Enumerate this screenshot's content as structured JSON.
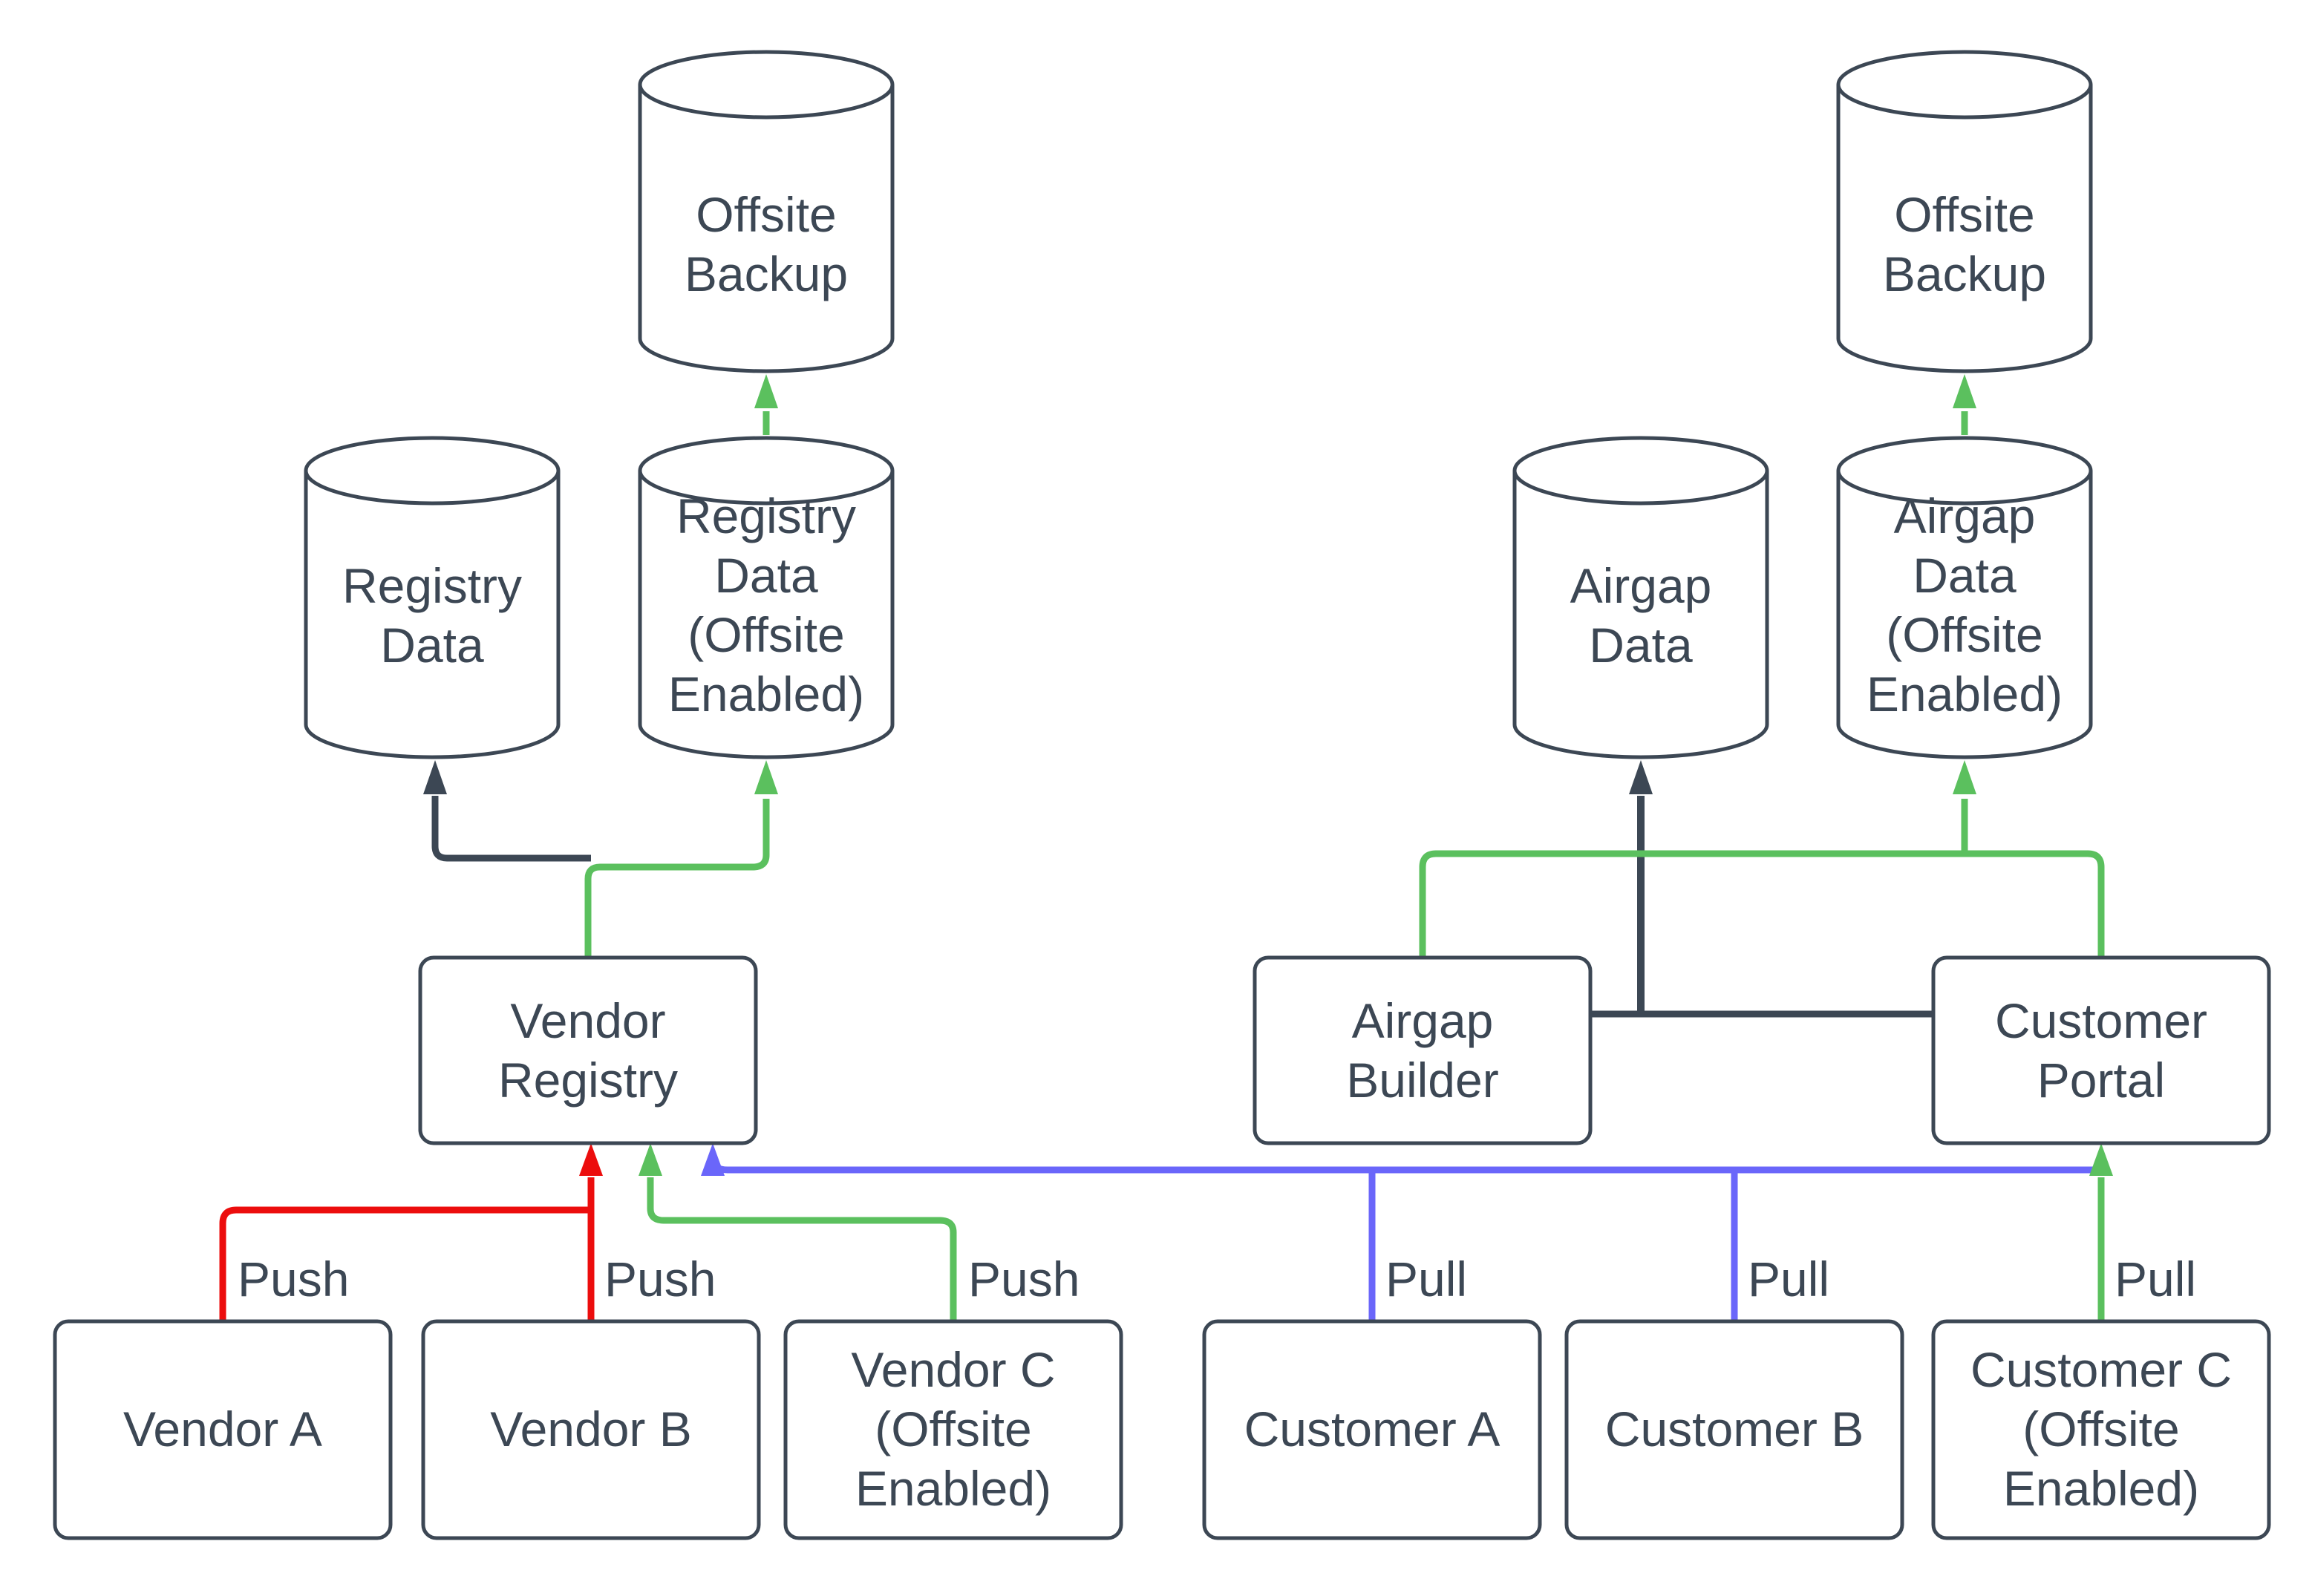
{
  "colors": {
    "dark": "#3C4754",
    "green": "#5BC05E",
    "red": "#EC0D0D",
    "blue": "#6A66FA",
    "text": "#3C4754",
    "background": "#FFFFFF"
  },
  "nodes": {
    "offsite_backup_left": "Offsite\nBackup",
    "registry_data": "Registry\nData",
    "registry_data_offsite": "Registry\nData\n(Offsite\nEnabled)",
    "vendor_registry": "Vendor\nRegistry",
    "vendor_a": "Vendor A",
    "vendor_b": "Vendor B",
    "vendor_c": "Vendor C\n(Offsite\nEnabled)",
    "offsite_backup_right": "Offsite\nBackup",
    "airgap_data": "Airgap\nData",
    "airgap_data_offsite": "Airgap\nData\n(Offsite\nEnabled)",
    "airgap_builder": "Airgap\nBuilder",
    "customer_portal": "Customer\nPortal",
    "customer_a": "Customer A",
    "customer_b": "Customer B",
    "customer_c": "Customer C\n(Offsite\nEnabled)"
  },
  "edge_labels": {
    "vendor_a_push": "Push",
    "vendor_b_push": "Push",
    "vendor_c_push": "Push",
    "customer_a_pull": "Pull",
    "customer_b_pull": "Pull",
    "customer_c_pull": "Pull"
  }
}
